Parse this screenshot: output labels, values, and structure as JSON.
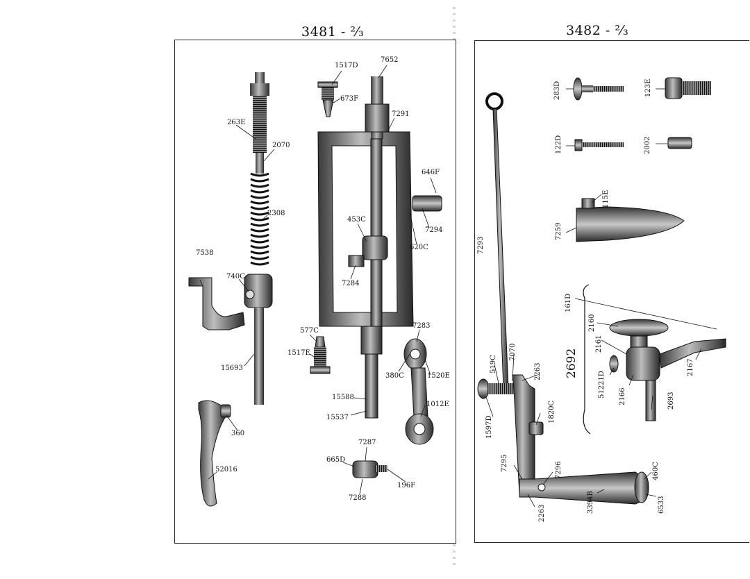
{
  "plates": {
    "left": "3481 - ²⁄₃",
    "right": "3482 - ²⁄₃"
  },
  "left_labels": {
    "p1517D": "1517D",
    "p7652": "7652",
    "p673F": "673F",
    "p7291": "7291",
    "p263E": "263E",
    "p2070": "2070",
    "p646F": "646F",
    "p453C": "453C",
    "p2308": "2308",
    "p7294": "7294",
    "p620C": "620C",
    "p7538": "7538",
    "p740C": "740C",
    "p7284": "7284",
    "p7283": "7283",
    "p577C": "577C",
    "p1517E": "1517E",
    "p380C": "380C",
    "p1520E": "1520E",
    "p15693": "15693",
    "p15588": "15588",
    "p15537": "15537",
    "p1012E": "1012E",
    "p360": "360",
    "p7287": "7287",
    "p665D": "665D",
    "p52016": "52016",
    "p196F": "196F",
    "p7288": "7288"
  },
  "right_labels": {
    "p283D": "283D",
    "p123E": "123E",
    "p122D": "122D",
    "p2002": "2002",
    "p115E": "115E",
    "p7259": "7259",
    "p7293": "7293",
    "p161D": "161D",
    "p2160": "2160",
    "p2161": "2161",
    "p2692": "2692",
    "p2167": "2167",
    "p519C": "519C",
    "p7070": "7070",
    "p2263": "2263",
    "p51221D": "51221D",
    "p2166": "2166",
    "p2693": "2693",
    "p1597D": "1597D",
    "p1820C": "1820C",
    "p7295": "7295",
    "p7296": "7296",
    "p460C": "460C",
    "p2263J": "2263",
    "p3394B": "3394B",
    "p6533": "6533"
  }
}
